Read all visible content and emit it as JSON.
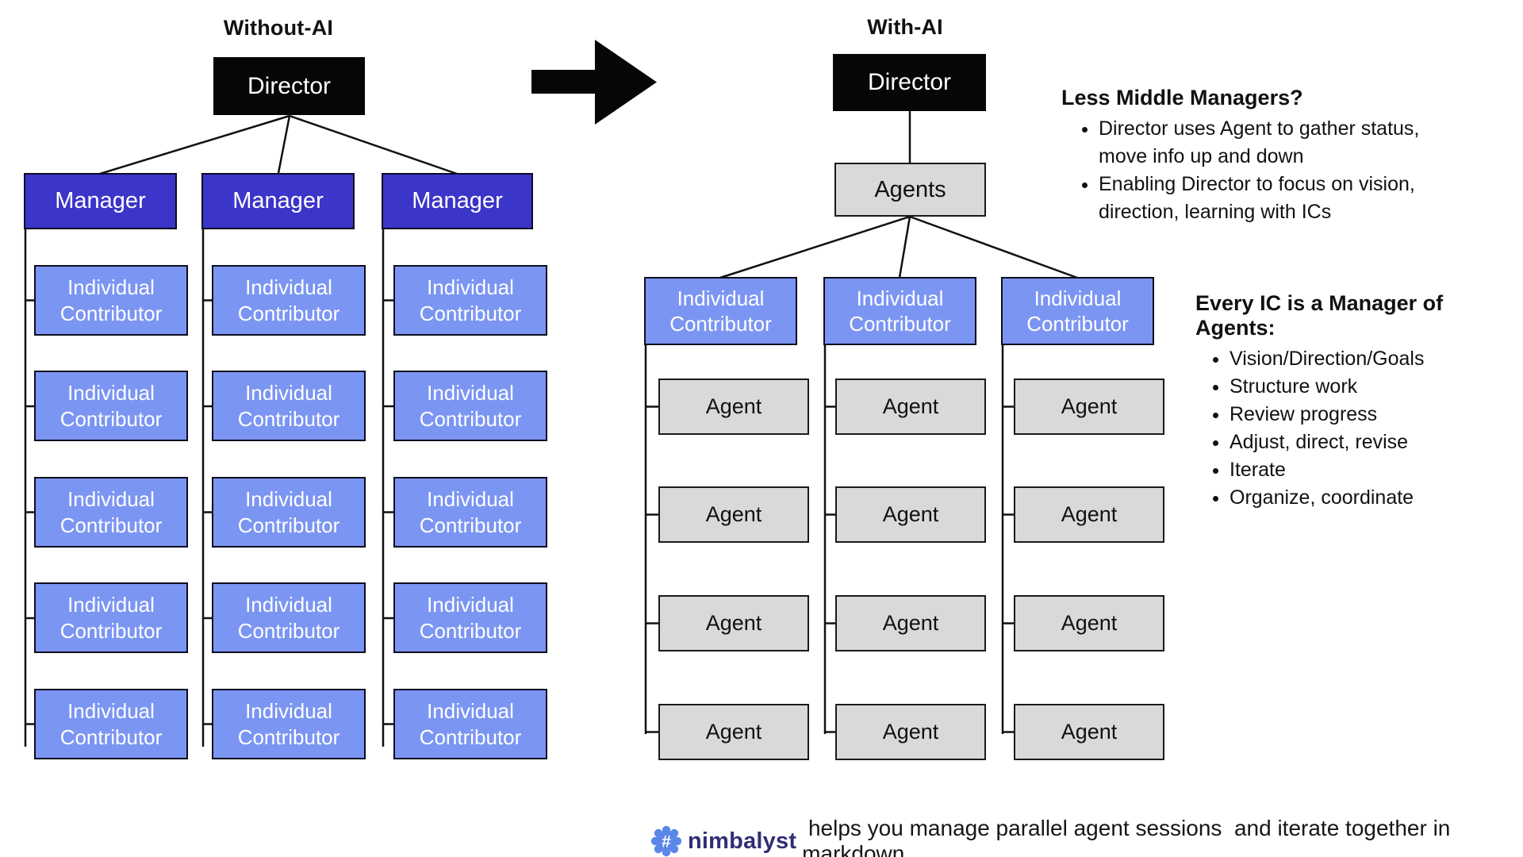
{
  "left_tree": {
    "title": "Without-AI",
    "director_label": "Director",
    "manager_label": "Manager",
    "ic_label": "Individual Contributor",
    "manager_count": 3,
    "ic_rows_per_manager": 5
  },
  "right_tree": {
    "title": "With-AI",
    "director_label": "Director",
    "agents_hub_label": "Agents",
    "ic_label": "Individual Contributor",
    "agent_label": "Agent",
    "ic_count": 3,
    "agent_rows_per_ic": 4
  },
  "notes_block1": {
    "heading": "Less Middle Managers?",
    "bullets": [
      "Director uses Agent to gather status, move info up and down",
      "Enabling Director to focus on vision, direction, learning with ICs"
    ]
  },
  "notes_block2": {
    "heading": "Every IC is a Manager of Agents:",
    "bullets": [
      "Vision/Direction/Goals",
      "Structure work",
      "Review progress",
      "Adjust, direct, revise",
      "Iterate",
      "Organize, coordinate"
    ]
  },
  "footer": {
    "icon": "hash-gear-icon",
    "brand": "nimbalyst",
    "text": " helps you manage parallel agent sessions  and iterate together in markdown"
  },
  "colors": {
    "director_fill": "#060606",
    "manager_fill": "#3c35c9",
    "ic_fill": "#7b95f2",
    "agent_fill": "#d9d9d9",
    "box_border": "#0d0d20",
    "line": "#111111",
    "brand_icon_blue": "#5b87e8",
    "brand_text": "#312e75"
  }
}
